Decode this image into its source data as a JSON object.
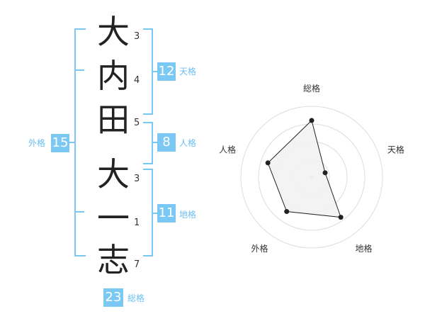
{
  "name": {
    "surname": [
      {
        "char": "大",
        "strokes": "3"
      },
      {
        "char": "内",
        "strokes": "4"
      },
      {
        "char": "田",
        "strokes": "5"
      }
    ],
    "given": [
      {
        "char": "大",
        "strokes": "3"
      },
      {
        "char": "一",
        "strokes": "1"
      },
      {
        "char": "志",
        "strokes": "7"
      }
    ]
  },
  "kaku": {
    "tenkaku": {
      "value": "12",
      "label": "天格"
    },
    "jinkaku": {
      "value": "8",
      "label": "人格"
    },
    "chikaku": {
      "value": "11",
      "label": "地格"
    },
    "gaikaku": {
      "value": "15",
      "label": "外格"
    },
    "soukaku": {
      "value": "23",
      "label": "総格"
    }
  },
  "colors": {
    "accent": "#7cc8f4",
    "accent_text": "#6bbff2",
    "grid_fill": "#f2f2f2",
    "grid_stroke": "#dddddd",
    "line": "#222222"
  },
  "chart_data": {
    "type": "radar",
    "axes": [
      "総格",
      "天格",
      "地格",
      "外格",
      "人格"
    ],
    "values": [
      0.8,
      0.2,
      0.7,
      0.6,
      0.65
    ],
    "rings": 4,
    "range": [
      0,
      1
    ]
  }
}
